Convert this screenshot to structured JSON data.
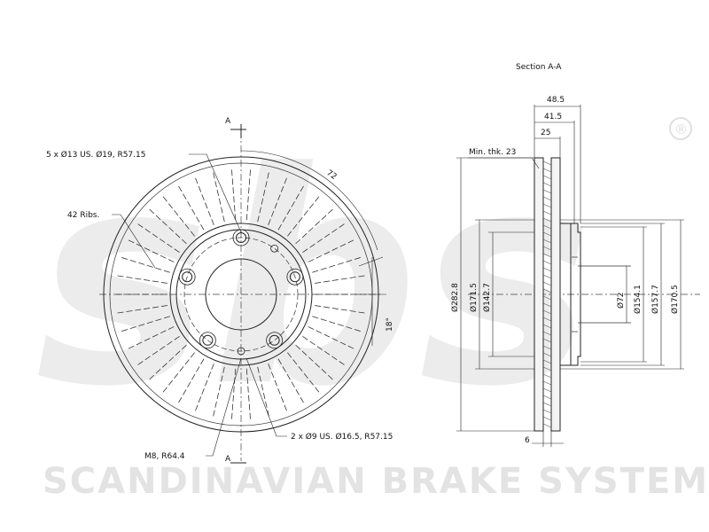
{
  "watermark": {
    "logo_text": "sbs",
    "registered_mark": "®",
    "brand_text": "SCANDINAVIAN BRAKE SYSTEMS"
  },
  "front_view": {
    "section_marker_top": "A",
    "section_marker_bottom": "A",
    "bolt_holes_label": "5 x Ø13 US. Ø19, R57.15",
    "ribs_label": "42 Ribs.",
    "angle_72_label": "72",
    "angle_18_label": "18°",
    "thread_label": "M8, R64.4",
    "pin_holes_label": "2 x Ø9 US. Ø16.5, R57.15"
  },
  "section_view": {
    "title": "Section A-A",
    "min_thickness_label": "Min. thk. 23",
    "dim_48_5": "48.5",
    "dim_41_5": "41.5",
    "dim_25": "25",
    "dim_6": "6",
    "dia_282_8": "Ø282.8",
    "dia_171_5": "Ø171.5",
    "dia_142_7": "Ø142.7",
    "dia_72": "Ø72",
    "dia_154_1": "Ø154.1",
    "dia_157_7": "Ø157.7",
    "dia_170_5": "Ø170.5"
  }
}
